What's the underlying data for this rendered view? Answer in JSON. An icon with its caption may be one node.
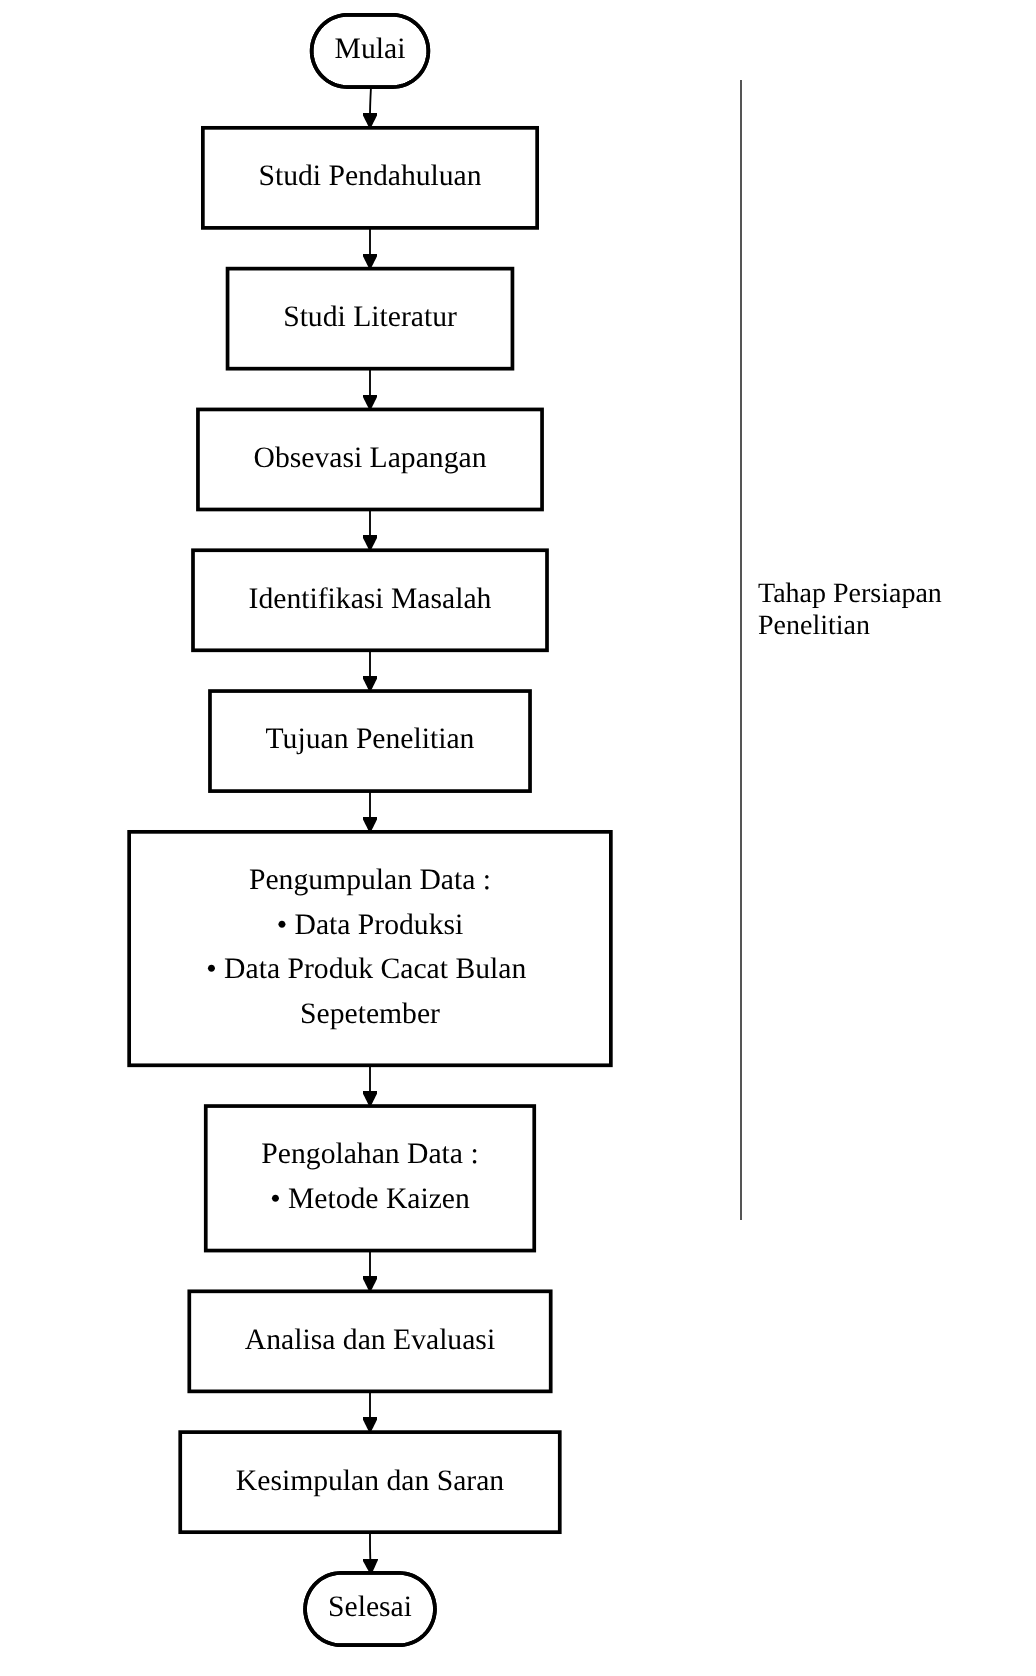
{
  "diagram": {
    "nodes": [
      {
        "text": [
          "Mulai"
        ]
      },
      {
        "text": [
          "Studi Pendahuluan"
        ]
      },
      {
        "text": [
          "Studi Literatur"
        ]
      },
      {
        "text": [
          "Obsevasi Lapangan"
        ]
      },
      {
        "text": [
          "Identifikasi Masalah"
        ]
      },
      {
        "text": [
          "Tujuan Penelitian"
        ]
      },
      {
        "text": [
          "Pengumpulan Data :",
          "• Data Produksi",
          "• Data Produk Cacat Bulan Sepetember"
        ]
      },
      {
        "text": [
          "Pengolahan Data :",
          "• Metode Kaizen"
        ]
      },
      {
        "text": [
          "Analisa dan Evaluasi"
        ]
      },
      {
        "text": [
          "Kesimpulan dan Saran"
        ]
      },
      {
        "text": [
          "Selesai"
        ]
      }
    ],
    "edges": [
      {
        "from": 0,
        "to": 1,
        "arrow": "to"
      },
      {
        "from": 1,
        "to": 2,
        "arrow": "to"
      },
      {
        "from": 2,
        "to": 3,
        "arrow": "to"
      },
      {
        "from": 3,
        "to": 4,
        "arrow": "to"
      },
      {
        "from": 4,
        "to": 5,
        "arrow": "to"
      },
      {
        "from": 5,
        "to": 6,
        "arrow": "to"
      },
      {
        "from": 6,
        "to": 7,
        "arrow": "to"
      },
      {
        "from": 7,
        "to": 8,
        "arrow": "to"
      },
      {
        "from": 8,
        "to": 9,
        "arrow": "to"
      },
      {
        "from": 9,
        "to": 10,
        "arrow": "to"
      }
    ],
    "labels": [
      "Tahap Persiapan Penelitian"
    ]
  }
}
